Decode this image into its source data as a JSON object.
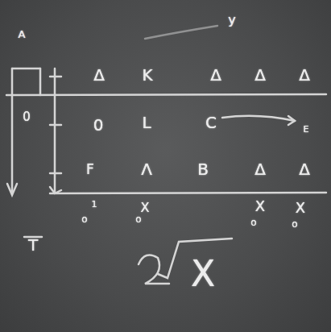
{
  "diagram": {
    "labels": [
      "A",
      "y",
      "Δ",
      "K",
      "Δ",
      "Δ",
      "Δ",
      "0",
      "0",
      "L",
      "C",
      "E",
      "F",
      "Λ",
      "B",
      "Δ",
      "Δ",
      "1",
      "o",
      "X",
      "o",
      "X",
      "o",
      "X",
      "o",
      "T",
      "X"
    ]
  }
}
